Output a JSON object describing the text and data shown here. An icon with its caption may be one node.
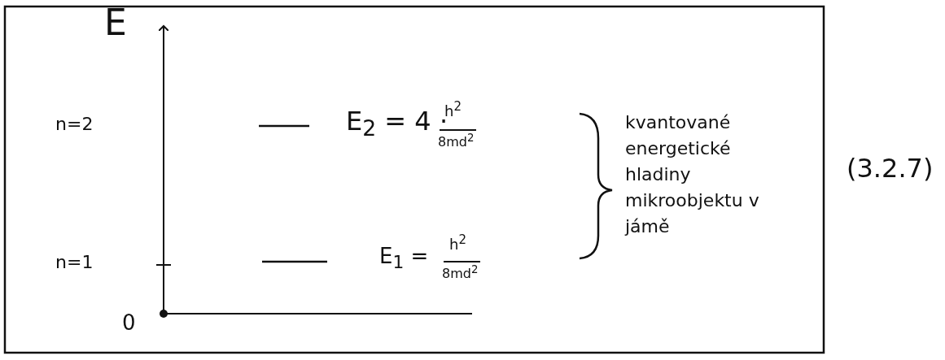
{
  "diagram": {
    "labels": [
      "E",
      "n=2",
      "E$_{2}$ = 4 ·",
      "h$^{2}$",
      "8md$^{2}$",
      "kvantované energetické hladiny mikroobjektu v jámě",
      "(3.2.7)",
      "n=1",
      "E$_{1}$ =",
      "h$^{2}$",
      "8md$^{2}$",
      "0"
    ]
  }
}
